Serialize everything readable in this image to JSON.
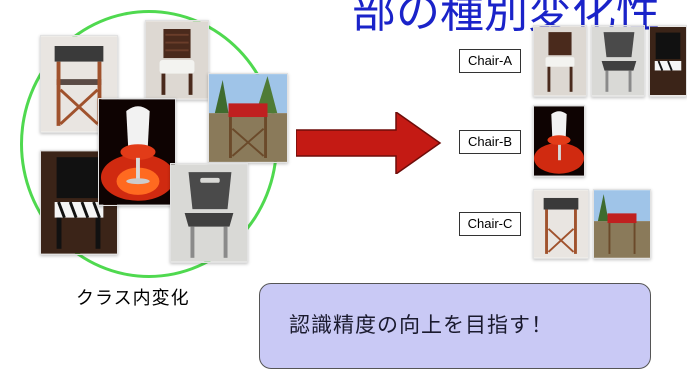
{
  "slide": {
    "title": "部の種別変化性"
  },
  "intra_class": {
    "label": "クラス内変化"
  },
  "categories": [
    {
      "label": "Chair-A"
    },
    {
      "label": "Chair-B"
    },
    {
      "label": "Chair-C"
    }
  ],
  "goal": {
    "text": "認識精度の向上を目指す！"
  },
  "colors": {
    "circle": "#4fd94f",
    "arrow": "#c41a14",
    "title": "#1a23c9",
    "goal_box": "#c9c9f5"
  }
}
